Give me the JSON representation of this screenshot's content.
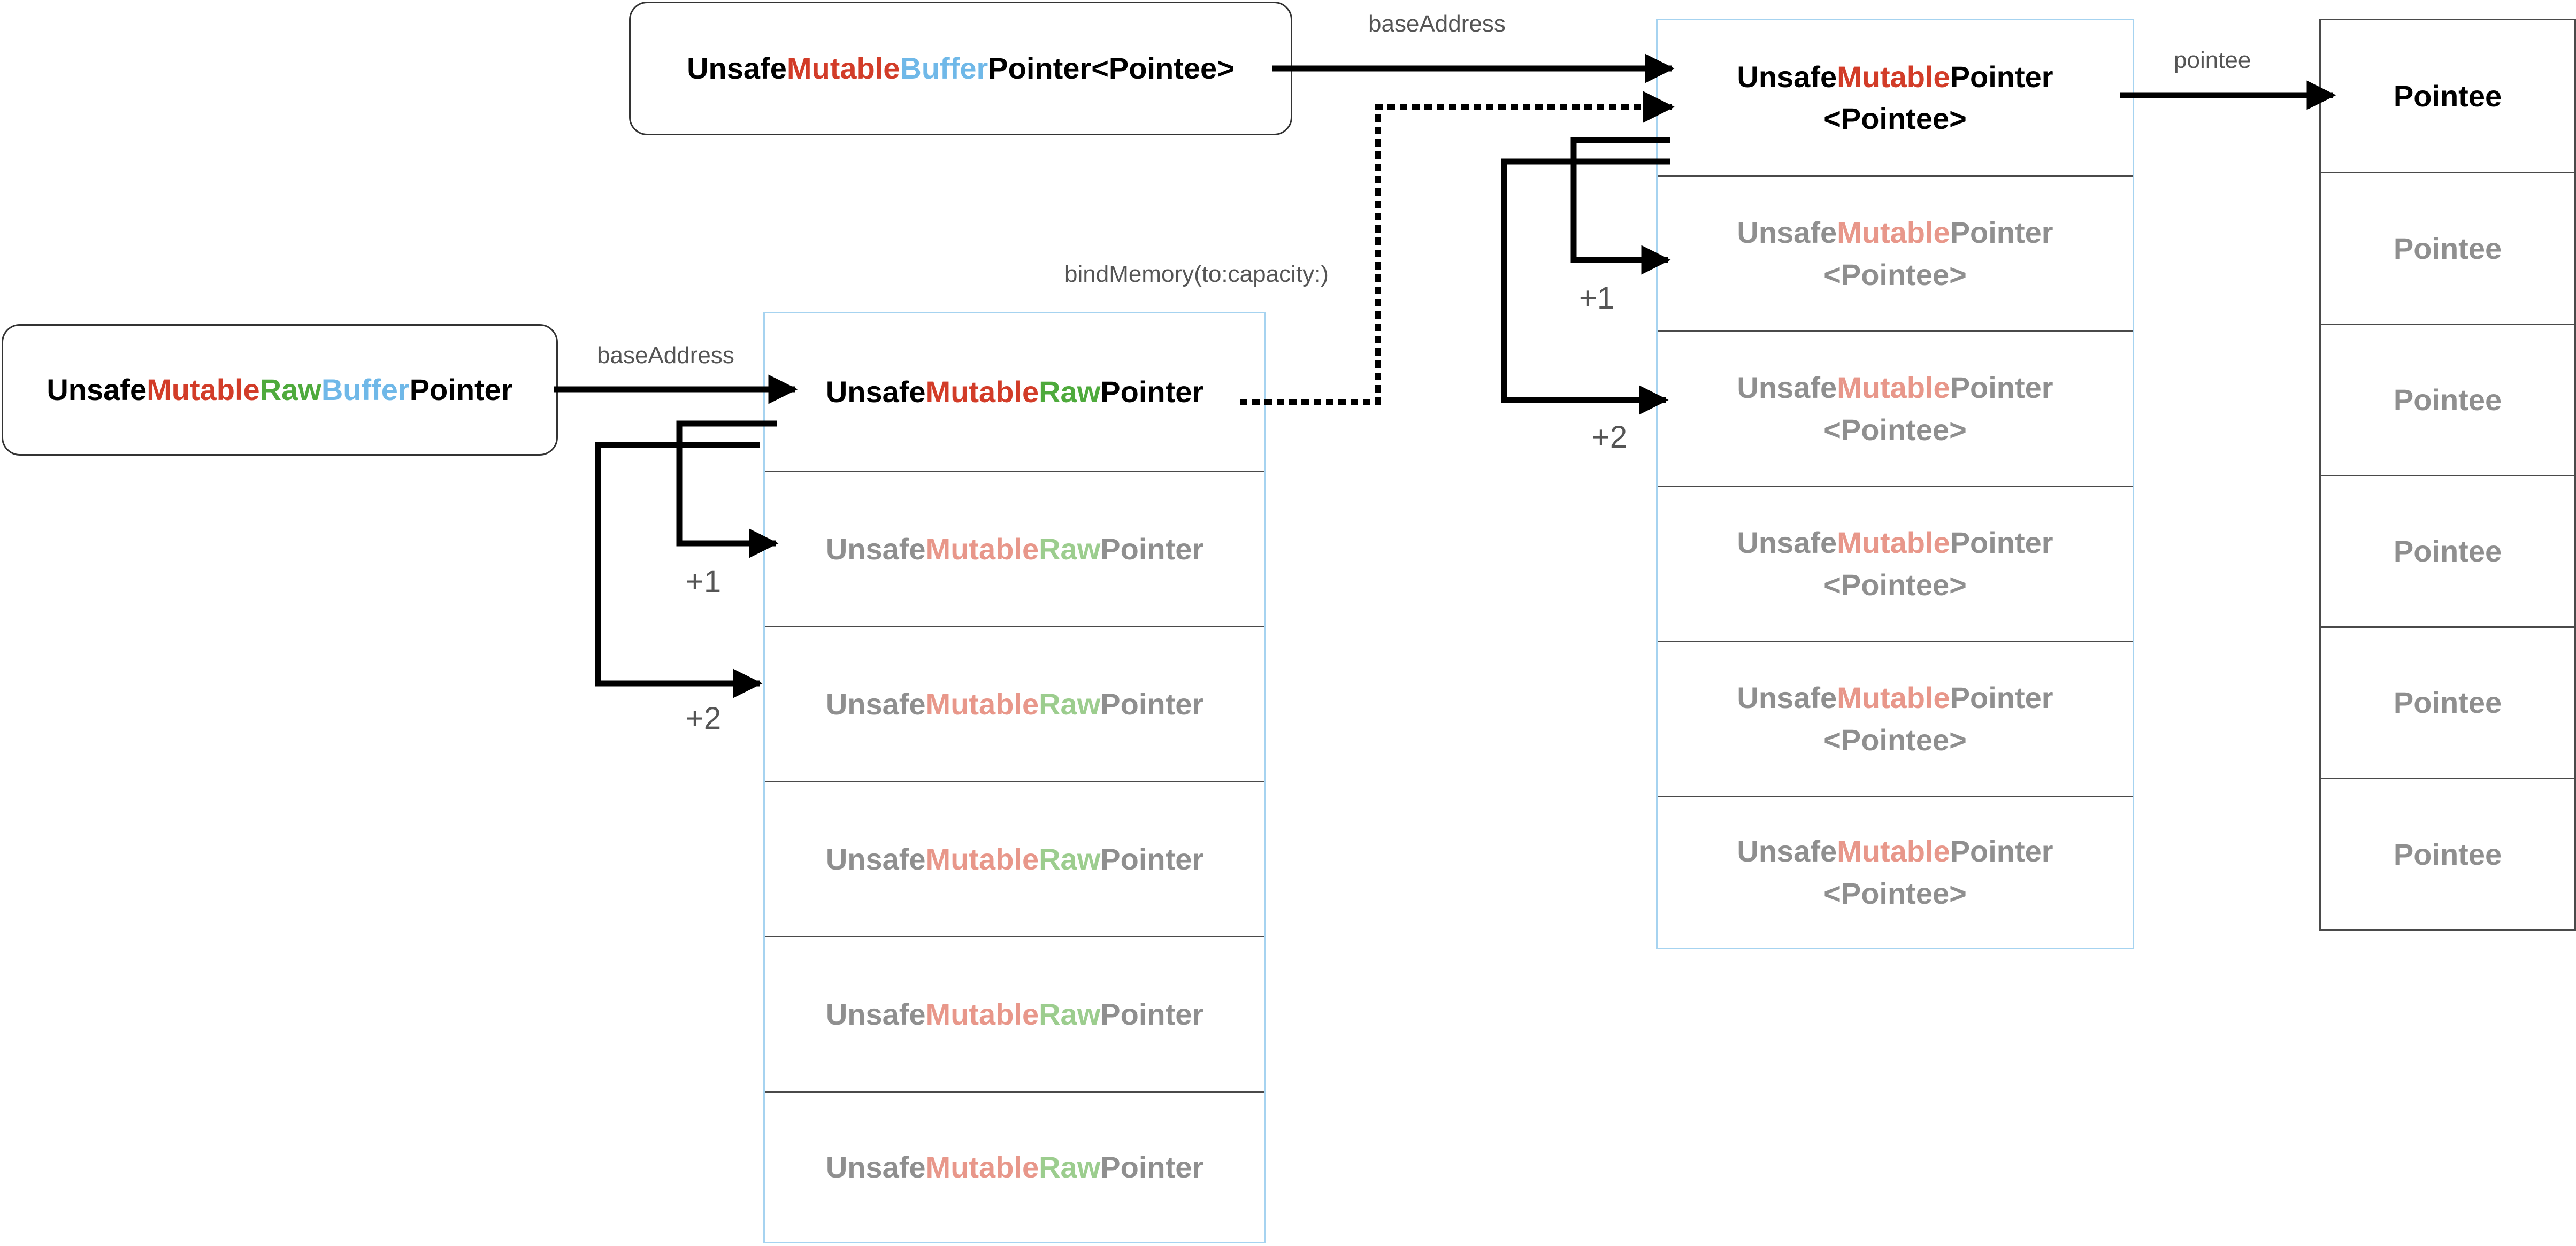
{
  "buffer_pointer": {
    "segments": [
      {
        "text": "Unsafe",
        "color": "#000000"
      },
      {
        "text": "Mutable",
        "color": "#d23c28"
      },
      {
        "text": "Buffer",
        "color": "#6fb8e8"
      },
      {
        "text": "Pointer<Pointee>",
        "color": "#000000"
      }
    ]
  },
  "raw_buffer_pointer": {
    "segments": [
      {
        "text": "Unsafe",
        "color": "#000000"
      },
      {
        "text": "Mutable",
        "color": "#d23c28"
      },
      {
        "text": "Raw",
        "color": "#4eaa3c"
      },
      {
        "text": "Buffer",
        "color": "#6fb8e8"
      },
      {
        "text": "Pointer",
        "color": "#000000"
      }
    ]
  },
  "raw_pointer_column": {
    "cells": [
      {
        "unsafe": "Unsafe",
        "mutable": "Mutable",
        "raw": "Raw",
        "pointer": "Pointer",
        "active": true
      },
      {
        "unsafe": "Unsafe",
        "mutable": "Mutable",
        "raw": "Raw",
        "pointer": "Pointer",
        "active": false
      },
      {
        "unsafe": "Unsafe",
        "mutable": "Mutable",
        "raw": "Raw",
        "pointer": "Pointer",
        "active": false
      },
      {
        "unsafe": "Unsafe",
        "mutable": "Mutable",
        "raw": "Raw",
        "pointer": "Pointer",
        "active": false
      },
      {
        "unsafe": "Unsafe",
        "mutable": "Mutable",
        "raw": "Raw",
        "pointer": "Pointer",
        "active": false
      },
      {
        "unsafe": "Unsafe",
        "mutable": "Mutable",
        "raw": "Raw",
        "pointer": "Pointer",
        "active": false
      }
    ]
  },
  "typed_pointer_column": {
    "cells": [
      {
        "unsafe": "Unsafe",
        "mutable": "Mutable",
        "pointer": "Pointer",
        "generic": "<Pointee>",
        "active": true
      },
      {
        "unsafe": "Unsafe",
        "mutable": "Mutable",
        "pointer": "Pointer",
        "generic": "<Pointee>",
        "active": false
      },
      {
        "unsafe": "Unsafe",
        "mutable": "Mutable",
        "pointer": "Pointer",
        "generic": "<Pointee>",
        "active": false
      },
      {
        "unsafe": "Unsafe",
        "mutable": "Mutable",
        "pointer": "Pointer",
        "generic": "<Pointee>",
        "active": false
      },
      {
        "unsafe": "Unsafe",
        "mutable": "Mutable",
        "pointer": "Pointer",
        "generic": "<Pointee>",
        "active": false
      },
      {
        "unsafe": "Unsafe",
        "mutable": "Mutable",
        "pointer": "Pointer",
        "generic": "<Pointee>",
        "active": false
      }
    ]
  },
  "pointee_column": {
    "cells": [
      {
        "text": "Pointee",
        "active": true
      },
      {
        "text": "Pointee",
        "active": false
      },
      {
        "text": "Pointee",
        "active": false
      },
      {
        "text": "Pointee",
        "active": false
      },
      {
        "text": "Pointee",
        "active": false
      },
      {
        "text": "Pointee",
        "active": false
      }
    ]
  },
  "labels": {
    "base_address_top": "baseAddress",
    "base_address_left": "baseAddress",
    "bind_memory": "bindMemory(to:capacity:)",
    "pointee": "pointee",
    "raw_plus_1": "+1",
    "raw_plus_2": "+2",
    "typed_plus_1": "+1",
    "typed_plus_2": "+2"
  },
  "colors": {
    "unsafe": "#000000",
    "mutable": "#d23c28",
    "raw": "#4eaa3c",
    "buffer": "#6fb8e8",
    "inactive_text": "#8f8f8f",
    "inactive_mutable": "#e8978a",
    "inactive_raw": "#9ccd8e",
    "column_border": "#a6d3f0",
    "arrow": "#000000"
  }
}
